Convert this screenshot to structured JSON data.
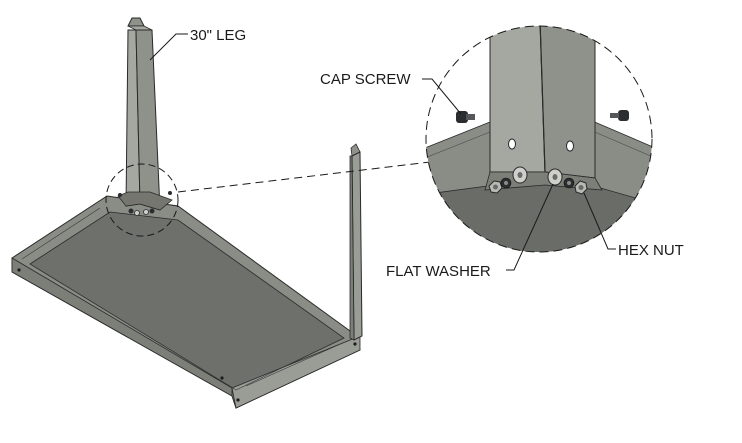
{
  "labels": {
    "leg": "30\" LEG",
    "cap_screw": "CAP SCREW",
    "flat_washer": "FLAT WASHER",
    "hex_nut": "HEX NUT"
  },
  "colors": {
    "tray_top": "#8a8c86",
    "tray_floor": "#6e706b",
    "tray_side": "#9a9c96",
    "leg_light": "#a5a7a1",
    "leg_mid": "#8f918b",
    "leg_dark": "#74766f",
    "outline": "#2a2a2a",
    "hardware_dark": "#2b2d30"
  }
}
